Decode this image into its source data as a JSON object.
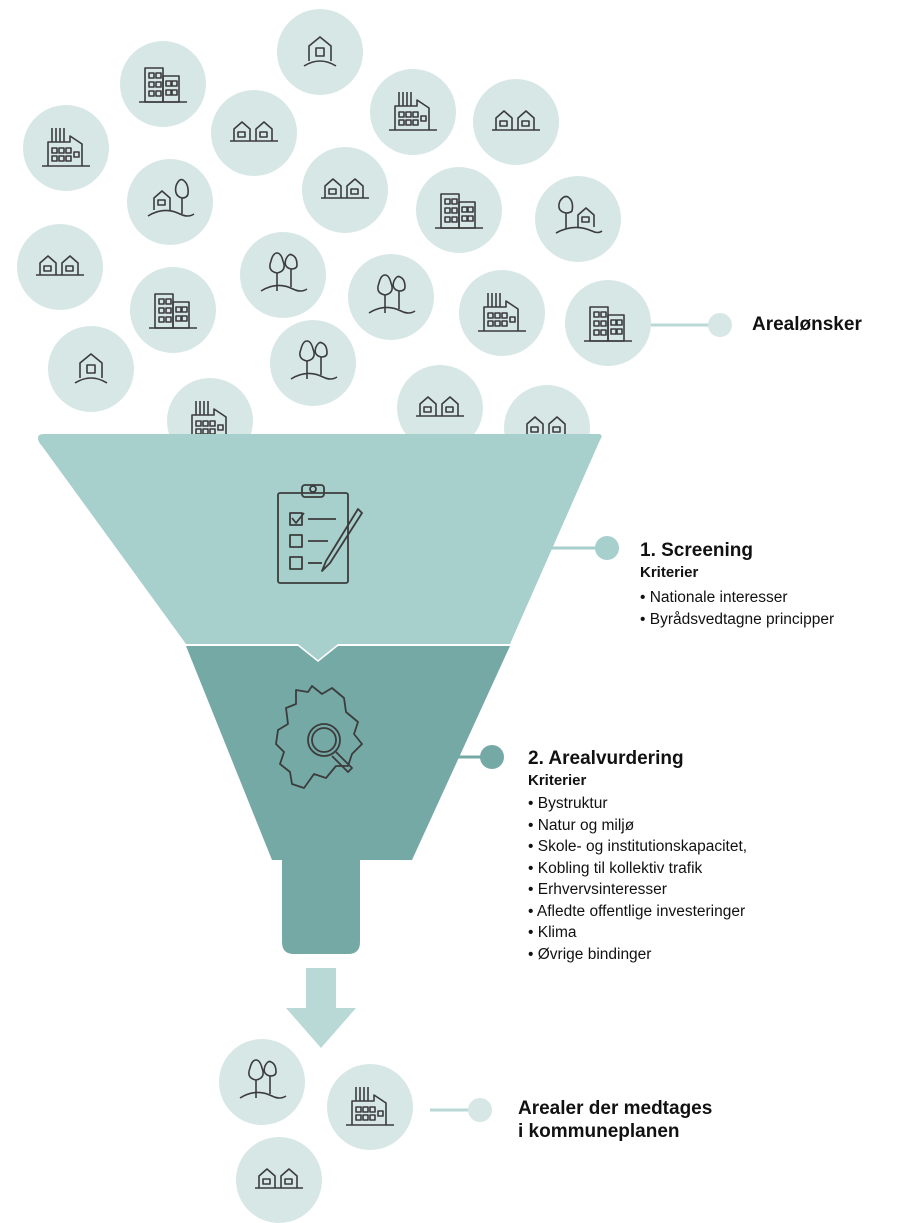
{
  "colors": {
    "circle": "#d6e7e6",
    "funnel_top": "#a7cfcc",
    "funnel_bottom": "#75a9a6",
    "connector": "#b9d9d7",
    "connector_dark": "#75a9a6",
    "line_art": "#3c3c3c"
  },
  "top": {
    "label": "Arealønsker"
  },
  "screening": {
    "title": "1. Screening",
    "subtitle": "Kriterier",
    "items": [
      "Nationale interesser",
      "Byrådsvedtagne principper"
    ]
  },
  "arealvurdering": {
    "title": "2. Arealvurdering",
    "subtitle": "Kriterier",
    "items": [
      "Bystruktur",
      "Natur og miljø",
      "Skole- og institutionskapacitet,",
      "Kobling til kollektiv trafik",
      "Erhvervsinteresser",
      "Afledte offentlige investeringer",
      "Klima",
      "Øvrige bindinger"
    ]
  },
  "result": {
    "line1": "Arealer der medtages",
    "line2": "i kommuneplanen"
  },
  "icons": {
    "top_circles": [
      "house-icon",
      "apartment-icon",
      "factory-icon",
      "houses-icon",
      "factory-icon",
      "houses-icon",
      "house-tree-icon",
      "houses-icon",
      "apartment-icon",
      "tree-house-icon",
      "houses-icon",
      "trees-icon",
      "apartment-icon",
      "trees-icon",
      "factory-icon",
      "apartment-icon",
      "house-icon",
      "trees-icon",
      "factory-icon",
      "houses-icon"
    ],
    "funnel_top": "clipboard-checklist-icon",
    "funnel_bottom": "map-magnifier-icon",
    "result_circles": [
      "trees-icon",
      "factory-icon",
      "houses-icon"
    ]
  }
}
